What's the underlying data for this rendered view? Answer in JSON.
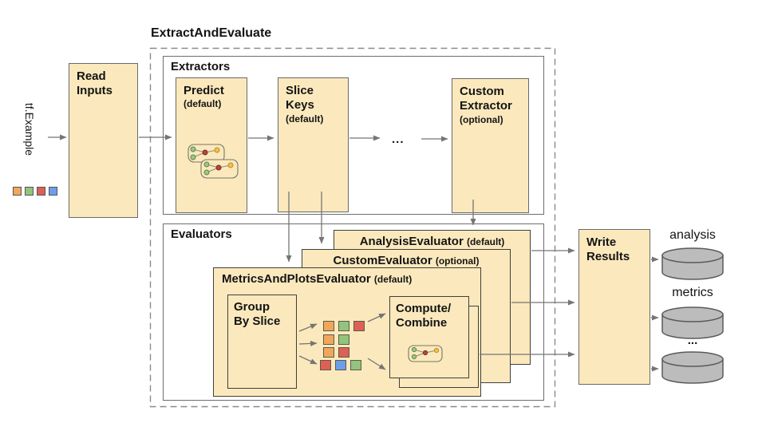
{
  "diagram": {
    "title": "ExtractAndEvaluate",
    "input_label": "tf.Example",
    "read_inputs": "Read\nInputs",
    "extractors": {
      "label": "Extractors",
      "predict": {
        "name": "Predict",
        "qualifier": "(default)"
      },
      "slice_keys": {
        "name": "Slice\nKeys",
        "qualifier": "(default)"
      },
      "ellipsis": "...",
      "custom": {
        "name": "Custom\nExtractor",
        "qualifier": "(optional)"
      }
    },
    "evaluators": {
      "label": "Evaluators",
      "analysis": {
        "name": "AnalysisEvaluator",
        "qualifier": "(default)"
      },
      "custom": {
        "name": "CustomEvaluator",
        "qualifier": "(optional)"
      },
      "metrics": {
        "name": "MetricsAndPlotsEvaluator",
        "qualifier": "(default)"
      },
      "group_by_slice": "Group\nBy Slice",
      "compute_combine": "Compute/\nCombine"
    },
    "write_results": "Write\nResults",
    "outputs": [
      "analysis",
      "metrics",
      "..."
    ],
    "input_squares": [
      "orange",
      "green",
      "red",
      "blue"
    ],
    "slice_grid": [
      [
        "orange",
        "green",
        "red"
      ],
      [
        "orange",
        "green"
      ],
      [
        "orange",
        "red"
      ],
      [
        "red",
        "blue",
        "green"
      ]
    ]
  },
  "colors": {
    "box_fill": "#fbe9bd",
    "box_border": "#6a6a6a",
    "stack_border": "#3f3f3f",
    "container_border": "#6e6e6e",
    "dashed_border": "#8a8a8a",
    "arrow": "#757575",
    "cylinder_fill": "#bcbcbc",
    "cylinder_stroke": "#5a5a5a",
    "icon_stroke": "#76766a",
    "node_green": "#9fc489",
    "node_green_stroke": "#5f8a42",
    "node_red": "#b0493a",
    "node_red_stroke": "#7c2d1e",
    "node_yellow": "#f2c245",
    "node_yellow_stroke": "#c08a2d",
    "squares": {
      "orange": "#f0a75b",
      "green": "#93c47d",
      "red": "#dd6057",
      "blue": "#6d9eeb"
    }
  }
}
